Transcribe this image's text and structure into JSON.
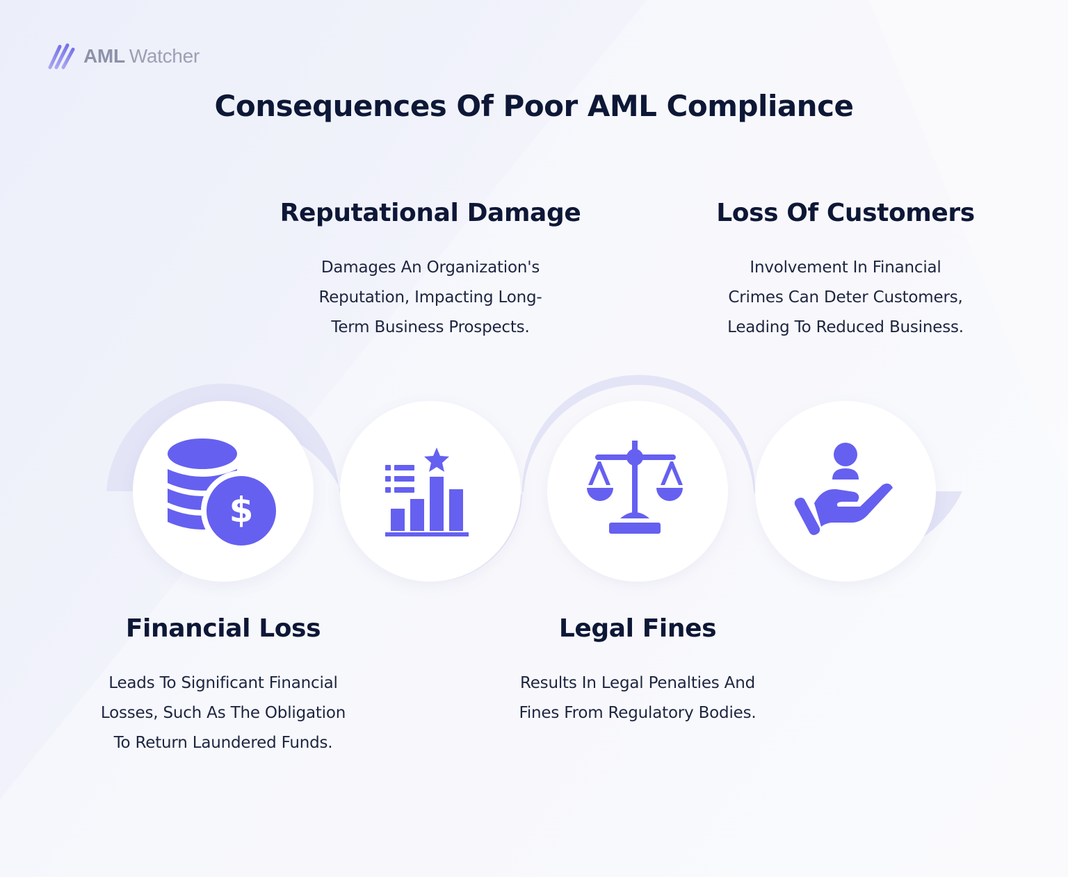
{
  "brand": {
    "name_strong": "AML",
    "name_light": "Watcher"
  },
  "title": "Consequences Of Poor AML Compliance",
  "colors": {
    "accent": "#6560f0",
    "heading": "#0d1736",
    "body_text": "#1d2540",
    "wave": "#e4e4f7",
    "background": "#f1f2fa"
  },
  "items": [
    {
      "icon": "coins-dollar-icon",
      "title": "Financial Loss",
      "description": "Leads To Significant Financial Losses, Such As The Obligation To Return Laundered Funds."
    },
    {
      "icon": "bar-chart-star-icon",
      "title": "Reputational Damage",
      "description": "Damages An Organization's Reputation, Impacting Long-Term Business Prospects."
    },
    {
      "icon": "scales-icon",
      "title": "Legal Fines",
      "description": "Results In Legal Penalties And Fines From Regulatory Bodies."
    },
    {
      "icon": "hand-user-icon",
      "title": "Loss Of Customers",
      "description": "Involvement In Financial Crimes Can Deter Customers, Leading To Reduced Business."
    }
  ]
}
